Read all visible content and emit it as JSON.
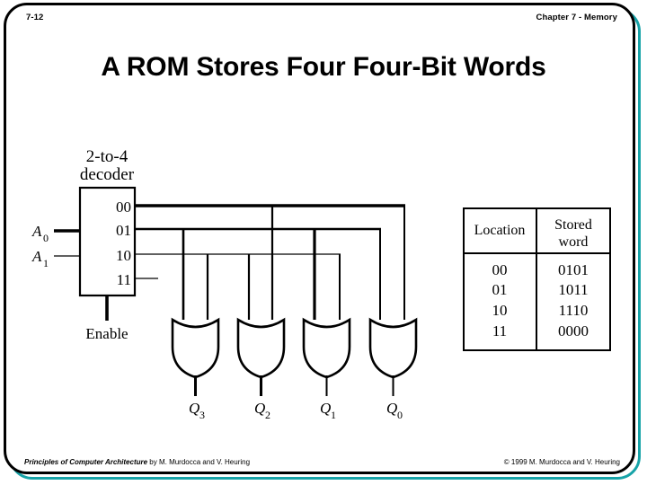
{
  "header": {
    "slide_number": "7-12",
    "chapter": "Chapter 7 - Memory"
  },
  "title": "A ROM Stores Four Four-Bit Words",
  "footer": {
    "book_title": "Principles of Computer Architecture",
    "book_by": " by M. Murdocca and V. Heuring",
    "copyright": "© 1999 M. Murdocca and V. Heuring"
  },
  "theme": {
    "accent": "#17a3a8",
    "border": "#000000",
    "background": "#ffffff",
    "text": "#000000"
  },
  "figure": {
    "decoder": {
      "label_line1": "2-to-4",
      "label_line2": "decoder",
      "inputs": [
        {
          "name": "A0",
          "base": "A",
          "sub": "0"
        },
        {
          "name": "A1",
          "base": "A",
          "sub": "1"
        }
      ],
      "enable_label": "Enable",
      "outputs": [
        "00",
        "01",
        "10",
        "11"
      ]
    },
    "gates": {
      "type": "OR",
      "count": 4,
      "outputs": [
        {
          "base": "Q",
          "sub": "3"
        },
        {
          "base": "Q",
          "sub": "2"
        },
        {
          "base": "Q",
          "sub": "1"
        },
        {
          "base": "Q",
          "sub": "0"
        }
      ]
    },
    "truth_table": {
      "headers": [
        "Location",
        "Stored word"
      ],
      "header_cells": [
        {
          "line1": "Location",
          "line2": ""
        },
        {
          "line1": "Stored",
          "line2": "word"
        }
      ],
      "rows": [
        {
          "location": "00",
          "word": "0101"
        },
        {
          "location": "01",
          "word": "1011"
        },
        {
          "location": "10",
          "word": "1110"
        },
        {
          "location": "11",
          "word": "0000"
        }
      ]
    }
  }
}
